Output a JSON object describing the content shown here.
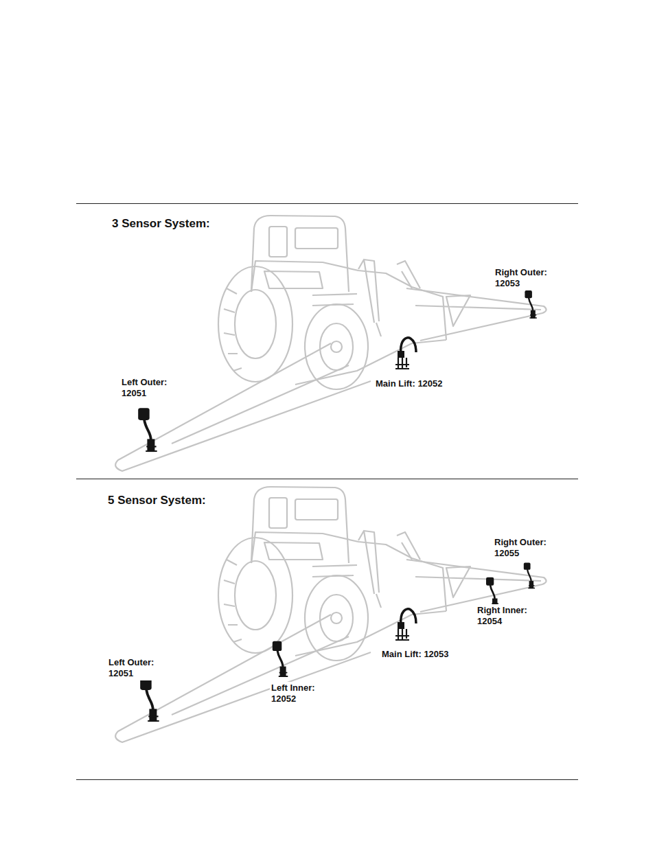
{
  "diagram": {
    "labels": [
      "3 Sensor System:",
      "Right Outer: 12053",
      "Main Lift: 12052",
      "Left Outer: 12051",
      "5 Sensor System:",
      "Right Outer: 12055",
      "Right Inner: 12054",
      "Main Lift: 12053",
      "Left Outer: 12051",
      "Left Inner: 12052"
    ]
  }
}
